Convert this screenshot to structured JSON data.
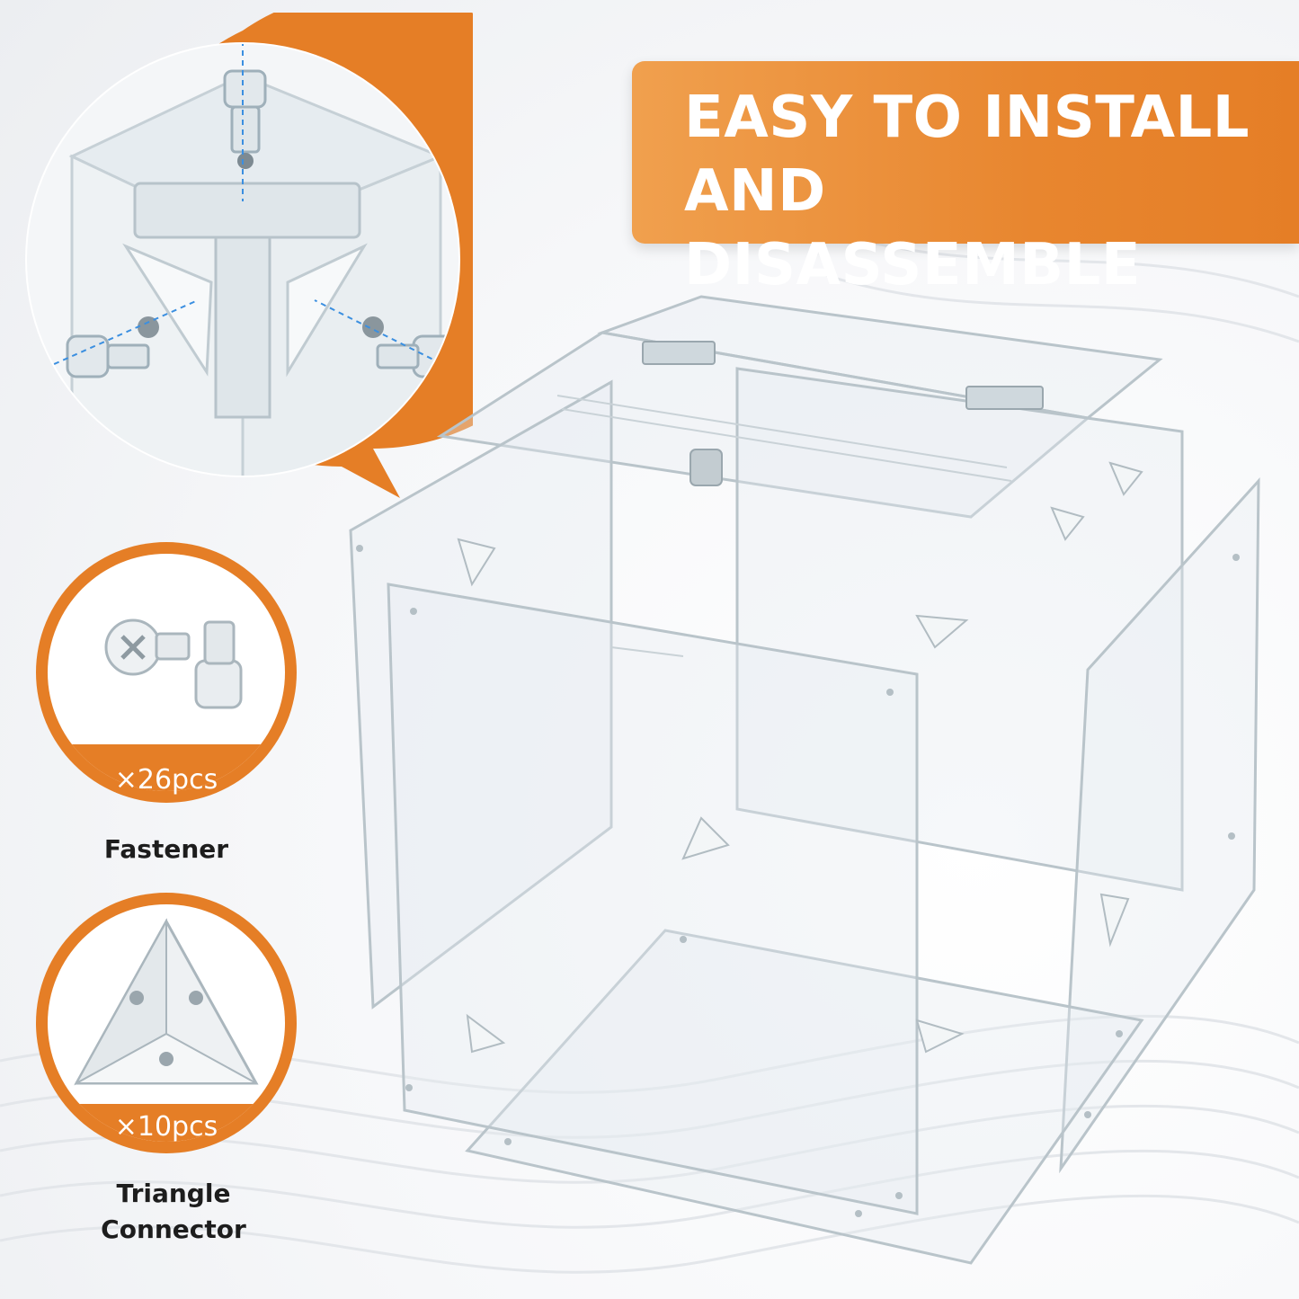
{
  "banner": {
    "line1": "EASY TO INSTALL",
    "line2": "AND DISASSEMBLE",
    "color": "#e8862f"
  },
  "parts": [
    {
      "count": "×26pcs",
      "name_line1": "Fastener",
      "name_line2": ""
    },
    {
      "count": "×10pcs",
      "name_line1": "Triangle",
      "name_line2": "Connector"
    }
  ],
  "icons": {
    "detail": "corner-assembly-zoom-icon",
    "fastener": "fastener-screw-icon",
    "connector": "triangle-connector-icon",
    "product": "exploded-acrylic-box-icon"
  }
}
